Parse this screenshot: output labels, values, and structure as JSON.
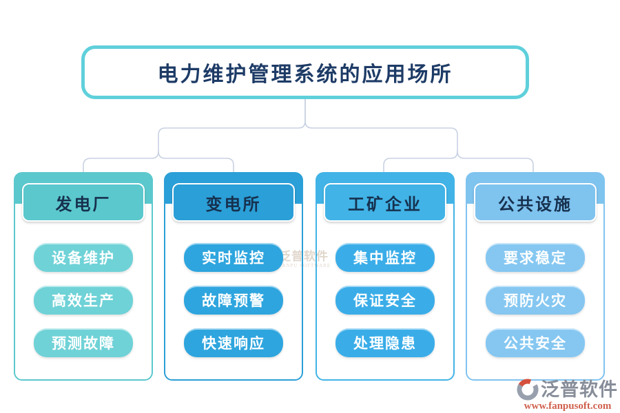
{
  "title": {
    "text": "电力维护管理系统的应用场所"
  },
  "columns": [
    {
      "header": "发电厂",
      "items": [
        "设备维护",
        "高效生产",
        "预测故障"
      ],
      "colors": {
        "main": "#5BC8CD",
        "pill": "#6FD2D7"
      }
    },
    {
      "header": "变电所",
      "items": [
        "实时监控",
        "故障预警",
        "快速响应"
      ],
      "colors": {
        "main": "#2B9FD7",
        "pill": "#2EA5DE"
      }
    },
    {
      "header": "工矿企业",
      "items": [
        "集中监控",
        "保证安全",
        "处理隐患"
      ],
      "colors": {
        "main": "#41B3E6",
        "pill": "#3AADE8"
      }
    },
    {
      "header": "公共设施",
      "items": [
        "要求稳定",
        "预防火灾",
        "公共安全"
      ],
      "colors": {
        "main": "#7FC3EF",
        "pill": "#85C7F1"
      }
    }
  ],
  "watermark": {
    "text": "泛普软件",
    "subtext": "FANPU SOFTWARE"
  },
  "logo": {
    "name": "泛普软件",
    "url": "www.fanpusoft.com"
  },
  "theme": {
    "title_border": "#5FD0DB",
    "title_text": "#1D3B66",
    "header_text": "#16304E",
    "connector": "#C8D1E2"
  }
}
